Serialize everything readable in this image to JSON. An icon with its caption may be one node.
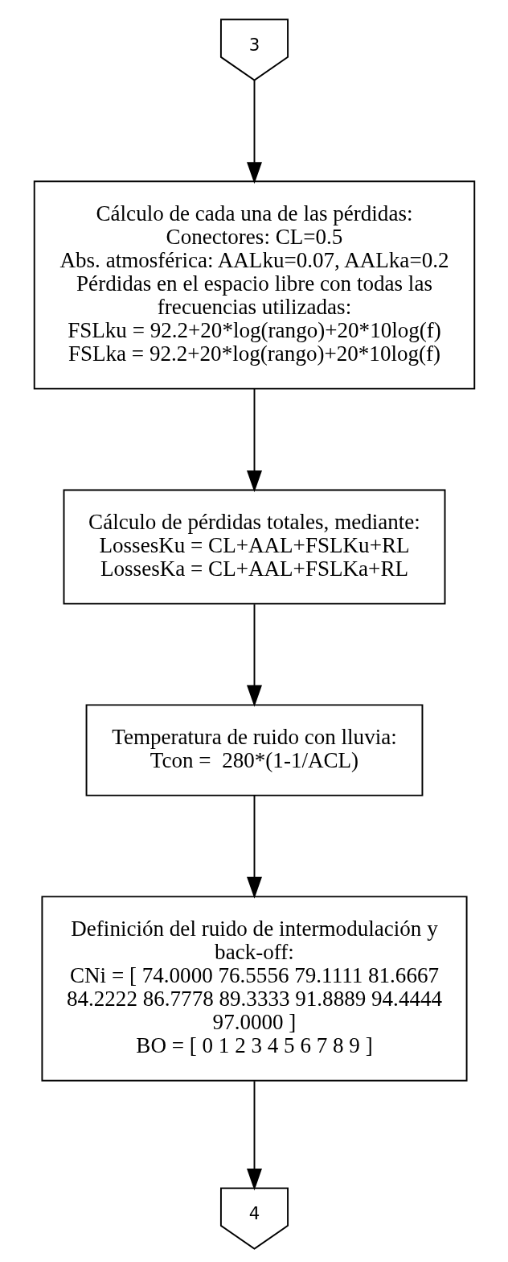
{
  "diagram": {
    "nodes": [
      {
        "text": [
          "3"
        ]
      },
      {
        "text": [
          "Cálculo de cada una de las pérdidas:",
          "Conectores: CL=0.5",
          "Abs. atmosférica: AALku=0.07, AALka=0.2",
          "Pérdidas en el espacio libre con todas las frecuencias utilizadas:",
          "FSLku = 92.2+20*log(rango)+20*10log(f)",
          "FSLka = 92.2+20*log(rango)+20*10log(f)"
        ]
      },
      {
        "text": [
          "Cálculo de pérdidas totales, mediante:",
          "LossesKu = CL+AAL+FSLKu+RL",
          "LossesKa = CL+AAL+FSLKa+RL"
        ]
      },
      {
        "text": [
          "Temperatura de ruido con lluvia:",
          "Tcon =  280*(1-1/ACL)"
        ]
      },
      {
        "text": [
          "Definición del ruido de intermodulación y back-off:",
          "CNi = [ 74.0000 76.5556 79.1111 81.6667 84.2222 86.7778 89.3333 91.8889 94.4444 97.0000 ]",
          "BO = [ 0 1 2 3 4 5 6 7 8 9 ]"
        ]
      },
      {
        "text": [
          "4"
        ]
      }
    ],
    "edges": [
      {
        "from": 0,
        "to": 1,
        "arrow": "to"
      },
      {
        "from": 1,
        "to": 2,
        "arrow": "to"
      },
      {
        "from": 2,
        "to": 3,
        "arrow": "to"
      },
      {
        "from": 3,
        "to": 4,
        "arrow": "to"
      },
      {
        "from": 4,
        "to": 5,
        "arrow": "to"
      }
    ]
  }
}
